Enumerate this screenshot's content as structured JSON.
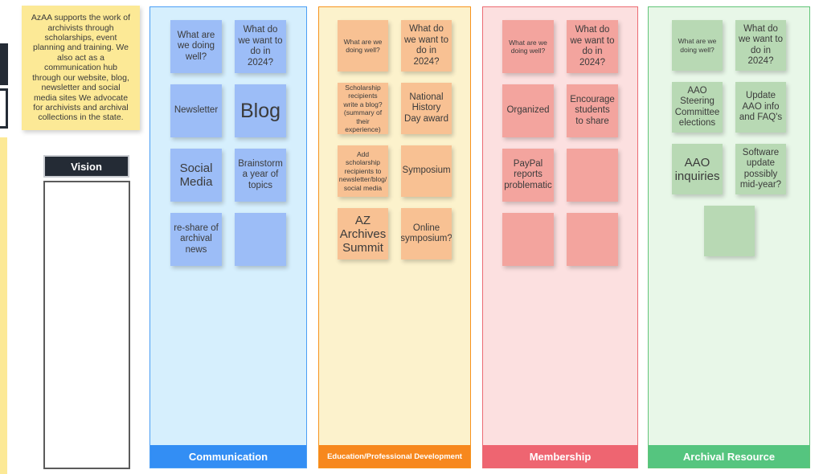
{
  "board": {
    "mission_note": "AzAA supports the work of archivists through scholarships, event planning and training. We also act as a communication hub through our website, blog, newsletter and social media sites We advocate for archivists and archival collections in the state.",
    "vision_header": "Vision",
    "vision_body": ""
  },
  "colors": {
    "blue_accent": "#338ef4",
    "blue_lane_bg": "#d6effd",
    "blue_note": "#9cbdf7",
    "orange_accent": "#f7881e",
    "orange_lane_bg": "#fcf2cc",
    "orange_note": "#f8c193",
    "pink_accent": "#ee6571",
    "pink_lane_bg": "#fce0e0",
    "pink_note": "#f3a49e",
    "green_accent": "#55c57f",
    "green_lane_bg": "#e8f7e8",
    "green_note": "#b8d9b4",
    "sticky_yellow": "#fce996",
    "header_dark": "#242b35"
  },
  "lanes": [
    {
      "id": "communication",
      "footer_label": "Communication",
      "notes": [
        {
          "text": "What are we doing well?",
          "size": "md"
        },
        {
          "text": "What do we want to do in 2024?",
          "size": "md"
        },
        {
          "text": "Newsletter",
          "size": "md"
        },
        {
          "text": "Blog",
          "size": "xl"
        },
        {
          "text": "Social Media",
          "size": "lg"
        },
        {
          "text": "Brainstorm a year of topics",
          "size": "md"
        },
        {
          "text": "re-share of archival news",
          "size": "md"
        },
        {
          "text": "",
          "size": "md"
        }
      ]
    },
    {
      "id": "education-professional-development",
      "footer_label": "Education/Professional Development",
      "notes": [
        {
          "text": "What are we doing well?",
          "size": "sm"
        },
        {
          "text": "What do we want to do in 2024?",
          "size": "md"
        },
        {
          "text": "Scholarship recipients write a blog? (summary of their experience)",
          "size": "sm"
        },
        {
          "text": "National History Day award",
          "size": "md"
        },
        {
          "text": "Add scholarship recipients to newsletter/blog/ social media",
          "size": "sm"
        },
        {
          "text": "Symposium",
          "size": "md"
        },
        {
          "text": "AZ Archives Summit",
          "size": "lg"
        },
        {
          "text": "Online symposium?",
          "size": "md"
        }
      ]
    },
    {
      "id": "membership",
      "footer_label": "Membership",
      "notes": [
        {
          "text": "What are we doing well?",
          "size": "sm"
        },
        {
          "text": "What do we want to do in 2024?",
          "size": "md"
        },
        {
          "text": "Organized",
          "size": "md"
        },
        {
          "text": "Encourage students to share",
          "size": "md"
        },
        {
          "text": "PayPal reports problematic",
          "size": "md"
        },
        {
          "text": "",
          "size": "md"
        },
        {
          "text": "",
          "size": "md"
        },
        {
          "text": "",
          "size": "md"
        }
      ]
    },
    {
      "id": "archival-resource",
      "footer_label": "Archival Resource",
      "notes": [
        {
          "text": "What are we doing well?",
          "size": "sm"
        },
        {
          "text": "What do we want to do in 2024?",
          "size": "md"
        },
        {
          "text": "AAO Steering Committee elections",
          "size": "md"
        },
        {
          "text": "Update AAO info and FAQ's",
          "size": "md"
        },
        {
          "text": "AAO inquiries",
          "size": "lg"
        },
        {
          "text": "Software update possibly mid-year?",
          "size": "md"
        },
        {
          "text": "",
          "size": "md"
        }
      ]
    }
  ]
}
